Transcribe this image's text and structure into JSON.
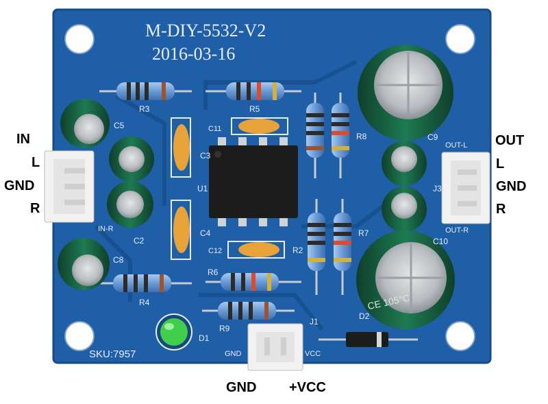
{
  "board": {
    "title": "M-DIY-5532-V2",
    "date": "2016-03-16",
    "sku": "SKU:7957",
    "colors": {
      "pcb": "#1f5fa8",
      "pcb_dark": "#17497f",
      "cap": "#1e6b4a",
      "led": "#3fcf4a",
      "ic": "#1c1c1c"
    }
  },
  "external_labels": {
    "in_header": "IN",
    "in_l": "L",
    "in_gnd": "GND",
    "in_r": "R",
    "out_header": "OUT",
    "out_l": "L",
    "out_gnd": "GND",
    "out_r": "R",
    "power_gnd": "GND",
    "power_vcc": "+VCC"
  },
  "silkscreen": {
    "r3": "R3",
    "r5": "R5",
    "r8": "R8",
    "r7": "R7",
    "r2": "R2",
    "r6": "R6",
    "r4": "R4",
    "r9": "R9",
    "c5": "C5",
    "c2": "C2",
    "c8": "C8",
    "c11": "C11",
    "c3": "C3",
    "c4": "C4",
    "c12": "C12",
    "c9": "C9",
    "c10": "C10",
    "u1": "U1",
    "j3": "J3",
    "j1": "J1",
    "d1": "D1",
    "d2": "D2",
    "in_r": "IN-R",
    "out_l": "OUT-L",
    "out_r": "OUT-R",
    "gnd": "GND",
    "vcc": "VCC"
  },
  "capacitor_marking": "CE 105°C"
}
